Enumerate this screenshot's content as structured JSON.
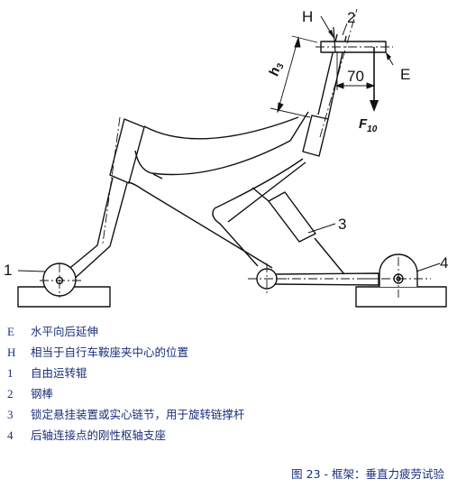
{
  "diagram": {
    "labels": {
      "H": "H",
      "two": "2",
      "E": "E",
      "h3_main": "h",
      "h3_sub": "3",
      "dim70": "70",
      "F_main": "F",
      "F_sub": "10",
      "three": "3",
      "one": "1",
      "four": "4"
    }
  },
  "legend": [
    {
      "key": "E",
      "text": "水平向后延伸"
    },
    {
      "key": "H",
      "text": "相当于自行车鞍座夹中心的位置"
    },
    {
      "key": "1",
      "text": "自由运转辊"
    },
    {
      "key": "2",
      "text": "钢棒"
    },
    {
      "key": "3",
      "text": "锁定悬挂装置或实心链节，用于旋转链撑杆"
    },
    {
      "key": "4",
      "text": "后轴连接点的刚性枢轴支座"
    }
  ],
  "caption": "图 23 - 框架：垂直力疲劳试验"
}
